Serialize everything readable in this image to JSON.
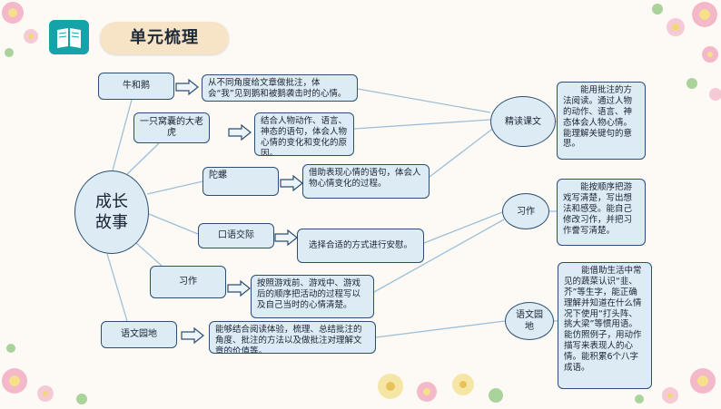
{
  "header": {
    "title": "单元梳理",
    "icon": "book-icon"
  },
  "colors": {
    "box_fill": "#dcebf4",
    "box_border": "#2a4f73",
    "connector": "#9dbfd8",
    "title_pill": "#f7e4c7",
    "book_icon": "#13a3a8"
  },
  "diagram": {
    "center": "成长\n故事",
    "lessons": [
      {
        "name": "牛和鹅",
        "desc": "从不同角度给文章做批注，体会“我”见到鹅和被鹅袭击时的心情。"
      },
      {
        "name": "一只窝囊的大老虎",
        "desc": "结合人物动作、语言、神态的语句，体会人物心情的变化和变化的原因。"
      },
      {
        "name": "陀螺",
        "desc": "借助表现心情的语句，体会人物心情变化的过程。"
      },
      {
        "name": "口语交际",
        "desc": "选择合适的方式进行安慰。"
      },
      {
        "name": "习作",
        "desc": "按照游戏前、游戏中、游戏后的顺序把活动的过程写以及自己当时的心情清楚。"
      },
      {
        "name": "语文园地",
        "desc": "能够结合阅读体验，梳理、总结批注的角度、批注的方法以及做批注对理解文章的价值等。"
      }
    ],
    "categories": [
      {
        "name": "精读课文",
        "summary": "能用批注的方法阅读。通过人物的动作、语言、神态体会人物心情。能理解关键句的意思。"
      },
      {
        "name": "习作",
        "summary": "能按顺序把游戏写清楚，写出想法和感受。能自己修改习作，并把习作誊写清楚。"
      },
      {
        "name": "语文园地",
        "summary": "能借助生活中常见的蔬菜认识“韭、芥”等生字，能正确理解并知道在什么情况下使用“打头阵、挑大梁”等惯用语。能仿照例子，用动作描写来表现人的心情。能积累6个八字成语。"
      }
    ]
  }
}
